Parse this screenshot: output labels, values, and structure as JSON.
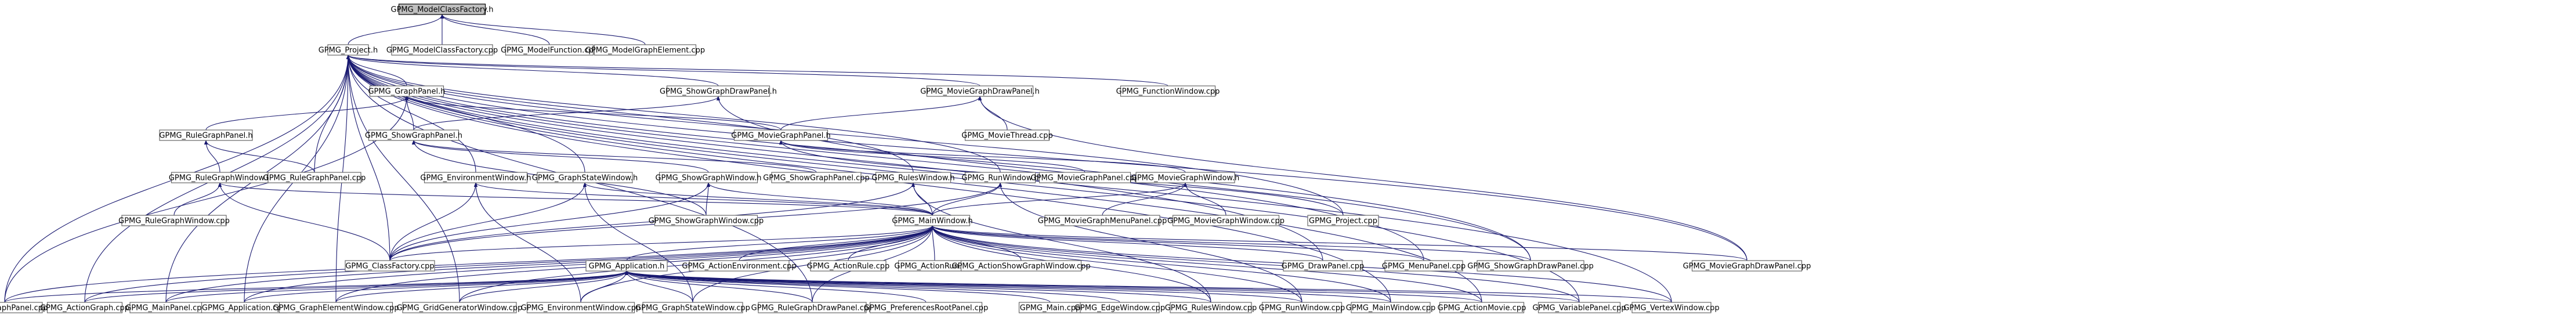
{
  "nodes": [
    {
      "id": "root",
      "label": "GPMG_ModelClassFactory.h"
    },
    {
      "id": "project_h",
      "label": "GPMG_Project.h"
    },
    {
      "id": "modelclassfactory_cpp",
      "label": "GPMG_ModelClassFactory.cpp"
    },
    {
      "id": "modelfunction_cpp",
      "label": "GPMG_ModelFunction.cpp"
    },
    {
      "id": "modelgraphelement_cpp",
      "label": "GPMG_ModelGraphElement.cpp"
    },
    {
      "id": "graphpanel_h",
      "label": "GPMG_GraphPanel.h"
    },
    {
      "id": "showgraphdrawpanel_h",
      "label": "GPMG_ShowGraphDrawPanel.h"
    },
    {
      "id": "moviegraphdrawpanel_h",
      "label": "GPMG_MovieGraphDrawPanel.h"
    },
    {
      "id": "functionwindow_cpp",
      "label": "GPMG_FunctionWindow.cpp"
    },
    {
      "id": "rulegraphpanel_h",
      "label": "GPMG_RuleGraphPanel.h"
    },
    {
      "id": "showgraphpanel_h",
      "label": "GPMG_ShowGraphPanel.h"
    },
    {
      "id": "moviegraphpanel_h",
      "label": "GPMG_MovieGraphPanel.h"
    },
    {
      "id": "moviethread_cpp",
      "label": "GPMG_MovieThread.cpp"
    },
    {
      "id": "rulegraphwindow_h",
      "label": "GPMG_RuleGraphWindow.h"
    },
    {
      "id": "rulegraphpanel_cpp",
      "label": "GPMG_RuleGraphPanel.cpp"
    },
    {
      "id": "environmentwindow_h",
      "label": "GPMG_EnvironmentWindow.h"
    },
    {
      "id": "graphstatewindow_h",
      "label": "GPMG_GraphStateWindow.h"
    },
    {
      "id": "showgraphwindow_h",
      "label": "GPMG_ShowGraphWindow.h"
    },
    {
      "id": "showgraphpanel_cpp",
      "label": "GPMG_ShowGraphPanel.cpp"
    },
    {
      "id": "ruleswindow_h",
      "label": "GPMG_RulesWindow.h"
    },
    {
      "id": "runwindow_h",
      "label": "GPMG_RunWindow.h"
    },
    {
      "id": "moviegraphpanel_cpp",
      "label": "GPMG_MovieGraphPanel.cpp"
    },
    {
      "id": "moviegraphwindow_h",
      "label": "GPMG_MovieGraphWindow.h"
    },
    {
      "id": "rulegraphwindow_cpp",
      "label": "GPMG_RuleGraphWindow.cpp"
    },
    {
      "id": "showgraphwindow_cpp",
      "label": "GPMG_ShowGraphWindow.cpp"
    },
    {
      "id": "mainwindow_h",
      "label": "GPMG_MainWindow.h"
    },
    {
      "id": "moviegraphmenupanel_cpp",
      "label": "GPMG_MovieGraphMenuPanel.cpp"
    },
    {
      "id": "moviegraphwindow_cpp",
      "label": "GPMG_MovieGraphWindow.cpp"
    },
    {
      "id": "project_cpp",
      "label": "GPMG_Project.cpp"
    },
    {
      "id": "classfactory_cpp",
      "label": "GPMG_ClassFactory.cpp"
    },
    {
      "id": "application_h",
      "label": "GPMG_Application.h"
    },
    {
      "id": "actionenvironment_cpp",
      "label": "GPMG_ActionEnvironment.cpp"
    },
    {
      "id": "actionrule_cpp",
      "label": "GPMG_ActionRule.cpp"
    },
    {
      "id": "actionrun_cpp",
      "label": "GPMG_ActionRun.cpp"
    },
    {
      "id": "actionshowgraphwindow_cpp",
      "label": "GPMG_ActionShowGraphWindow.cpp"
    },
    {
      "id": "drawpanel_cpp",
      "label": "GPMG_DrawPanel.cpp"
    },
    {
      "id": "menupanel_cpp",
      "label": "GPMG_MenuPanel.cpp"
    },
    {
      "id": "showgraphdrawpanel_cpp",
      "label": "GPMG_ShowGraphDrawPanel.cpp"
    },
    {
      "id": "moviegraphdrawpanel_cpp",
      "label": "GPMG_MovieGraphDrawPanel.cpp"
    },
    {
      "id": "graphpanel_cpp",
      "label": "GPMG_GraphPanel.cpp"
    },
    {
      "id": "actiongraph_cpp",
      "label": "GPMG_ActionGraph.cpp"
    },
    {
      "id": "mainpanel_cpp",
      "label": "GPMG_MainPanel.cpp"
    },
    {
      "id": "application_cpp",
      "label": "GPMG_Application.cpp"
    },
    {
      "id": "graphelementwindow_cpp",
      "label": "GPMG_GraphElementWindow.cpp"
    },
    {
      "id": "gridgeneratorwindow_cpp",
      "label": "GPMG_GridGeneratorWindow.cpp"
    },
    {
      "id": "environmentwindow_cpp",
      "label": "GPMG_EnvironmentWindow.cpp"
    },
    {
      "id": "graphstatewindow_cpp",
      "label": "GPMG_GraphStateWindow.cpp"
    },
    {
      "id": "rulegraphdrawpanel_cpp",
      "label": "GPMG_RuleGraphDrawPanel.cpp"
    },
    {
      "id": "preferencesrootpanel_cpp",
      "label": "GPMG_PreferencesRootPanel.cpp"
    },
    {
      "id": "main_cpp",
      "label": "GPMG_Main.cpp"
    },
    {
      "id": "edgewindow_cpp",
      "label": "GPMG_EdgeWindow.cpp"
    },
    {
      "id": "ruleswindow_cpp",
      "label": "GPMG_RulesWindow.cpp"
    },
    {
      "id": "runwindow_cpp",
      "label": "GPMG_RunWindow.cpp"
    },
    {
      "id": "mainwindow_cpp",
      "label": "GPMG_MainWindow.cpp"
    },
    {
      "id": "actionmovie_cpp",
      "label": "GPMG_ActionMovie.cpp"
    },
    {
      "id": "variablepanel_cpp",
      "label": "GPMG_VariablePanel.cpp"
    },
    {
      "id": "vertexwindow_cpp",
      "label": "GPMG_VertexWindow.cpp"
    }
  ],
  "edges": [
    [
      "project_h",
      "root"
    ],
    [
      "modelclassfactory_cpp",
      "root"
    ],
    [
      "modelfunction_cpp",
      "root"
    ],
    [
      "modelgraphelement_cpp",
      "root"
    ],
    [
      "graphpanel_h",
      "project_h"
    ],
    [
      "showgraphdrawpanel_h",
      "project_h"
    ],
    [
      "moviegraphdrawpanel_h",
      "project_h"
    ],
    [
      "functionwindow_cpp",
      "project_h"
    ],
    [
      "rulegraphpanel_cpp",
      "project_h"
    ],
    [
      "environmentwindow_h",
      "project_h"
    ],
    [
      "graphstatewindow_h",
      "project_h"
    ],
    [
      "ruleswindow_h",
      "project_h"
    ],
    [
      "runwindow_h",
      "project_h"
    ],
    [
      "project_cpp",
      "project_h"
    ],
    [
      "classfactory_cpp",
      "project_h"
    ],
    [
      "drawpanel_cpp",
      "project_h"
    ],
    [
      "menupanel_cpp",
      "project_h"
    ],
    [
      "showgraphdrawpanel_cpp",
      "project_h"
    ],
    [
      "moviegraphdrawpanel_cpp",
      "project_h"
    ],
    [
      "graphpanel_cpp",
      "project_h"
    ],
    [
      "actiongraph_cpp",
      "project_h"
    ],
    [
      "mainpanel_cpp",
      "project_h"
    ],
    [
      "application_cpp",
      "project_h"
    ],
    [
      "graphelementwindow_cpp",
      "project_h"
    ],
    [
      "gridgeneratorwindow_cpp",
      "project_h"
    ],
    [
      "rulegraphdrawpanel_cpp",
      "project_h"
    ],
    [
      "mainwindow_cpp",
      "project_h"
    ],
    [
      "actionmovie_cpp",
      "project_h"
    ],
    [
      "variablepanel_cpp",
      "project_h"
    ],
    [
      "vertexwindow_cpp",
      "project_h"
    ],
    [
      "rulegraphpanel_h",
      "graphpanel_h"
    ],
    [
      "showgraphpanel_h",
      "graphpanel_h"
    ],
    [
      "moviegraphpanel_h",
      "graphpanel_h"
    ],
    [
      "graphpanel_cpp",
      "graphpanel_h"
    ],
    [
      "showgraphpanel_h",
      "showgraphdrawpanel_h"
    ],
    [
      "showgraphdrawpanel_cpp",
      "showgraphdrawpanel_h"
    ],
    [
      "moviegraphpanel_h",
      "moviegraphdrawpanel_h"
    ],
    [
      "moviethread_cpp",
      "moviegraphdrawpanel_h"
    ],
    [
      "moviegraphdrawpanel_cpp",
      "moviegraphdrawpanel_h"
    ],
    [
      "rulegraphwindow_h",
      "rulegraphpanel_h"
    ],
    [
      "rulegraphpanel_cpp",
      "rulegraphpanel_h"
    ],
    [
      "showgraphwindow_h",
      "showgraphpanel_h"
    ],
    [
      "showgraphpanel_cpp",
      "showgraphpanel_h"
    ],
    [
      "showgraphwindow_cpp",
      "showgraphpanel_h"
    ],
    [
      "moviegraphpanel_cpp",
      "moviegraphpanel_h"
    ],
    [
      "moviegraphwindow_h",
      "moviegraphpanel_h"
    ],
    [
      "project_cpp",
      "moviegraphpanel_h"
    ],
    [
      "rulegraphwindow_cpp",
      "rulegraphwindow_h"
    ],
    [
      "mainwindow_h",
      "rulegraphwindow_h"
    ],
    [
      "classfactory_cpp",
      "rulegraphwindow_h"
    ],
    [
      "mainwindow_h",
      "environmentwindow_h"
    ],
    [
      "classfactory_cpp",
      "environmentwindow_h"
    ],
    [
      "environmentwindow_cpp",
      "environmentwindow_h"
    ],
    [
      "mainwindow_h",
      "graphstatewindow_h"
    ],
    [
      "classfactory_cpp",
      "graphstatewindow_h"
    ],
    [
      "graphstatewindow_cpp",
      "graphstatewindow_h"
    ],
    [
      "showgraphwindow_cpp",
      "showgraphwindow_h"
    ],
    [
      "mainwindow_h",
      "showgraphwindow_h"
    ],
    [
      "classfactory_cpp",
      "showgraphwindow_h"
    ],
    [
      "mainwindow_h",
      "ruleswindow_h"
    ],
    [
      "classfactory_cpp",
      "ruleswindow_h"
    ],
    [
      "ruleswindow_cpp",
      "ruleswindow_h"
    ],
    [
      "mainwindow_h",
      "runwindow_h"
    ],
    [
      "classfactory_cpp",
      "runwindow_h"
    ],
    [
      "runwindow_cpp",
      "runwindow_h"
    ],
    [
      "moviegraphmenupanel_cpp",
      "moviegraphwindow_h"
    ],
    [
      "moviegraphwindow_cpp",
      "moviegraphwindow_h"
    ],
    [
      "mainwindow_h",
      "moviegraphwindow_h"
    ],
    [
      "classfactory_cpp",
      "mainwindow_h"
    ],
    [
      "application_h",
      "mainwindow_h"
    ],
    [
      "actionenvironment_cpp",
      "mainwindow_h"
    ],
    [
      "actionrule_cpp",
      "mainwindow_h"
    ],
    [
      "actionrun_cpp",
      "mainwindow_h"
    ],
    [
      "actionshowgraphwindow_cpp",
      "mainwindow_h"
    ],
    [
      "drawpanel_cpp",
      "mainwindow_h"
    ],
    [
      "menupanel_cpp",
      "mainwindow_h"
    ],
    [
      "showgraphdrawpanel_cpp",
      "mainwindow_h"
    ],
    [
      "moviegraphdrawpanel_cpp",
      "mainwindow_h"
    ],
    [
      "graphpanel_cpp",
      "mainwindow_h"
    ],
    [
      "actiongraph_cpp",
      "mainwindow_h"
    ],
    [
      "mainpanel_cpp",
      "mainwindow_h"
    ],
    [
      "application_cpp",
      "mainwindow_h"
    ],
    [
      "graphelementwindow_cpp",
      "mainwindow_h"
    ],
    [
      "gridgeneratorwindow_cpp",
      "mainwindow_h"
    ],
    [
      "environmentwindow_cpp",
      "mainwindow_h"
    ],
    [
      "graphstatewindow_cpp",
      "mainwindow_h"
    ],
    [
      "rulegraphdrawpanel_cpp",
      "mainwindow_h"
    ],
    [
      "ruleswindow_cpp",
      "mainwindow_h"
    ],
    [
      "runwindow_cpp",
      "mainwindow_h"
    ],
    [
      "mainwindow_cpp",
      "mainwindow_h"
    ],
    [
      "actionmovie_cpp",
      "mainwindow_h"
    ],
    [
      "variablepanel_cpp",
      "mainwindow_h"
    ],
    [
      "vertexwindow_cpp",
      "mainwindow_h"
    ],
    [
      "graphpanel_cpp",
      "application_h"
    ],
    [
      "actiongraph_cpp",
      "application_h"
    ],
    [
      "mainpanel_cpp",
      "application_h"
    ],
    [
      "application_cpp",
      "application_h"
    ],
    [
      "graphelementwindow_cpp",
      "application_h"
    ],
    [
      "gridgeneratorwindow_cpp",
      "application_h"
    ],
    [
      "environmentwindow_cpp",
      "application_h"
    ],
    [
      "graphstatewindow_cpp",
      "application_h"
    ],
    [
      "rulegraphdrawpanel_cpp",
      "application_h"
    ],
    [
      "preferencesrootpanel_cpp",
      "application_h"
    ],
    [
      "main_cpp",
      "application_h"
    ],
    [
      "edgewindow_cpp",
      "application_h"
    ],
    [
      "ruleswindow_cpp",
      "application_h"
    ],
    [
      "runwindow_cpp",
      "application_h"
    ],
    [
      "mainwindow_cpp",
      "application_h"
    ],
    [
      "actionmovie_cpp",
      "application_h"
    ],
    [
      "variablepanel_cpp",
      "application_h"
    ],
    [
      "vertexwindow_cpp",
      "application_h"
    ]
  ]
}
